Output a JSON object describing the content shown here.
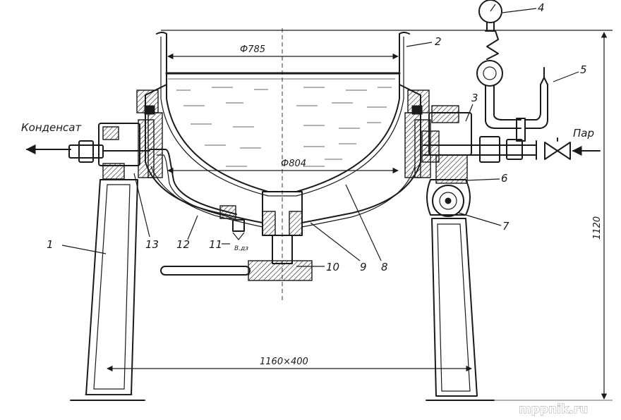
{
  "dimensions": {
    "top_diameter": "Ф785",
    "jacket_diameter": "Ф804",
    "base_width": "1160×400",
    "height": "1120"
  },
  "media_labels": {
    "condensate": "Конденсат",
    "steam": "Пар",
    "small_mark": "В.дз"
  },
  "callouts": [
    "1",
    "2",
    "3",
    "4",
    "5",
    "6",
    "7",
    "8",
    "9",
    "10",
    "11",
    "12",
    "13"
  ],
  "watermark": "mppnik.ru"
}
